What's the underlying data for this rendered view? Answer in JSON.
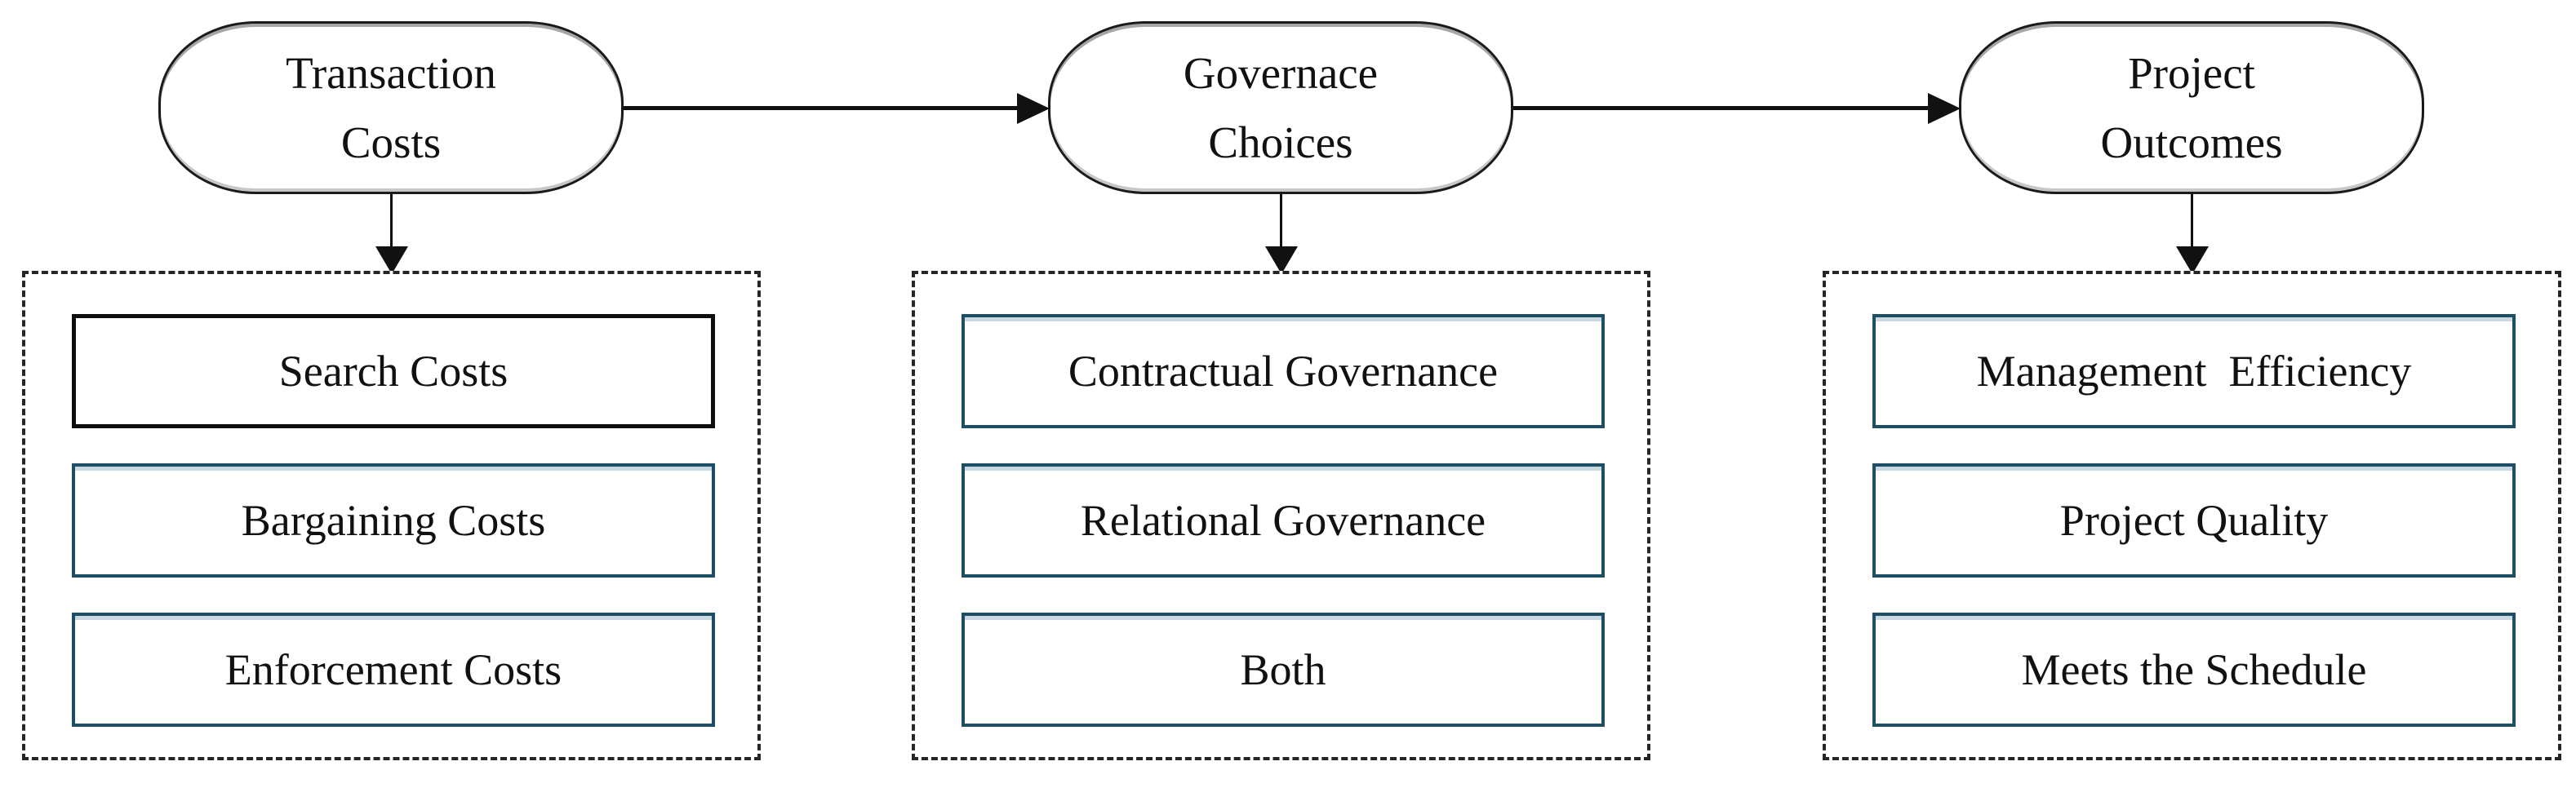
{
  "diagram": {
    "columns": [
      {
        "node_label": "Transaction\nCosts",
        "items": [
          {
            "label": "Search Costs"
          },
          {
            "label": "Bargaining Costs"
          },
          {
            "label": "Enforcement Costs"
          }
        ]
      },
      {
        "node_label": "Governace\nChoices",
        "items": [
          {
            "label": "Contractual Governance"
          },
          {
            "label": "Relational Governance"
          },
          {
            "label": "Both"
          }
        ]
      },
      {
        "node_label": "Project\nOutcomes",
        "items": [
          {
            "label": "Management  Efficiency"
          },
          {
            "label": "Project Quality"
          },
          {
            "label": "Meets the Schedule"
          }
        ]
      }
    ],
    "colors": {
      "background": "#ffffff",
      "node_border": "#1a1a1a",
      "connector": "#111111",
      "dashed_border": "#262626",
      "item_border_teal": "#1d4e63",
      "item_border_black": "#0e0e0e",
      "item_highlight": "#c9d8e1",
      "text": "#111111"
    }
  }
}
